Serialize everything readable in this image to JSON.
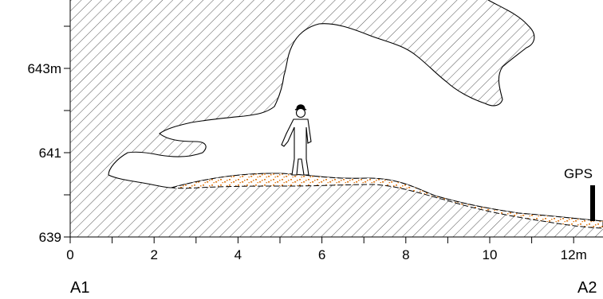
{
  "profile": {
    "y_axis": {
      "ticks": [
        {
          "value": 643,
          "label": "643m"
        },
        {
          "value": 641,
          "label": "641"
        },
        {
          "value": 639,
          "label": "639"
        }
      ],
      "minor_step": 1,
      "range": [
        639,
        644.5
      ]
    },
    "x_axis": {
      "ticks": [
        {
          "value": 0,
          "label": "0"
        },
        {
          "value": 2,
          "label": "2"
        },
        {
          "value": 4,
          "label": "4"
        },
        {
          "value": 6,
          "label": "6"
        },
        {
          "value": 8,
          "label": "8"
        },
        {
          "value": 10,
          "label": "10"
        },
        {
          "value": 12,
          "label": "12m"
        }
      ],
      "minor_step": 1,
      "range": [
        0,
        12.6
      ]
    },
    "section_endpoints": {
      "start": "A1",
      "end": "A2"
    },
    "gps_marker": {
      "label": "GPS",
      "x": 12.5
    },
    "colors": {
      "rock_hatch": "#555555",
      "sediment_dots": "#e07b1a",
      "outline": "#000000"
    },
    "figure_icon": "standing-person-with-helmet"
  }
}
